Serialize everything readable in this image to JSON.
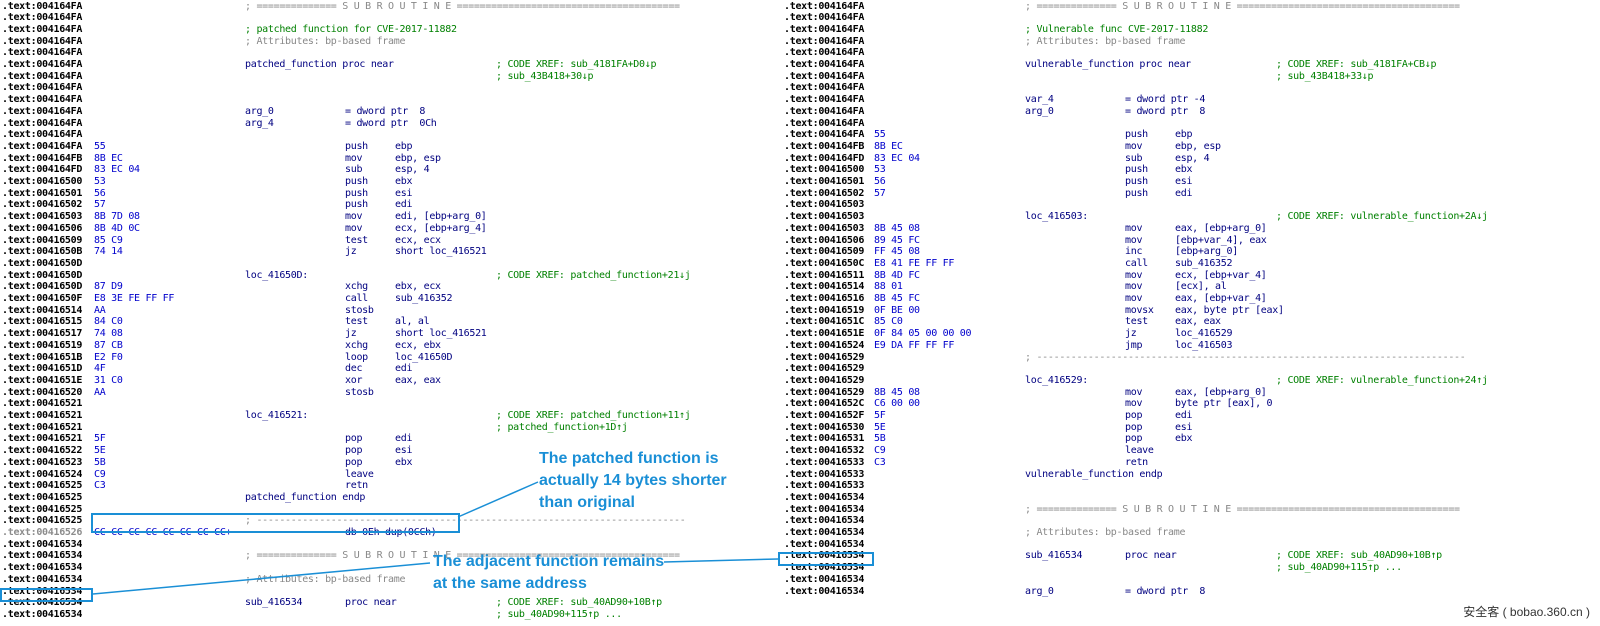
{
  "colors": {
    "address": "#000000",
    "address_grey": "#8c8c8c",
    "bytes": "#0000cc",
    "instruction": "#000080",
    "comment": "#008000",
    "separator": "#888888",
    "highlight": "#1a8fd6"
  },
  "left_listing": [
    {
      "addr": ".text:004164FA",
      "text": "; ============== S U B R O U T I N E =======================================",
      "kind": "sep"
    },
    {
      "addr": ".text:004164FA"
    },
    {
      "addr": ".text:004164FA",
      "text": "; patched function for CVE-2017-11882",
      "kind": "cmt"
    },
    {
      "addr": ".text:004164FA",
      "text": "; Attributes: bp-based frame",
      "kind": "sep"
    },
    {
      "addr": ".text:004164FA"
    },
    {
      "addr": ".text:004164FA",
      "label": "patched_function proc near",
      "comment": "; CODE XREF: sub_4181FA+D0↓p"
    },
    {
      "addr": ".text:004164FA",
      "comment": "; sub_43B418+30↓p"
    },
    {
      "addr": ".text:004164FA"
    },
    {
      "addr": ".text:004164FA"
    },
    {
      "addr": ".text:004164FA",
      "label": "arg_0",
      "mn": "= dword ptr  8"
    },
    {
      "addr": ".text:004164FA",
      "label": "arg_4",
      "mn": "= dword ptr  0Ch"
    },
    {
      "addr": ".text:004164FA"
    },
    {
      "addr": ".text:004164FA",
      "bytes": "55",
      "mn": "push",
      "op": "ebp"
    },
    {
      "addr": ".text:004164FB",
      "bytes": "8B EC",
      "mn": "mov",
      "op": "ebp, esp"
    },
    {
      "addr": ".text:004164FD",
      "bytes": "83 EC 04",
      "mn": "sub",
      "op": "esp, 4"
    },
    {
      "addr": ".text:00416500",
      "bytes": "53",
      "mn": "push",
      "op": "ebx"
    },
    {
      "addr": ".text:00416501",
      "bytes": "56",
      "mn": "push",
      "op": "esi"
    },
    {
      "addr": ".text:00416502",
      "bytes": "57",
      "mn": "push",
      "op": "edi"
    },
    {
      "addr": ".text:00416503",
      "bytes": "8B 7D 08",
      "mn": "mov",
      "op": "edi, [ebp+arg_0]"
    },
    {
      "addr": ".text:00416506",
      "bytes": "8B 4D 0C",
      "mn": "mov",
      "op": "ecx, [ebp+arg_4]"
    },
    {
      "addr": ".text:00416509",
      "bytes": "85 C9",
      "mn": "test",
      "op": "ecx, ecx"
    },
    {
      "addr": ".text:0041650B",
      "bytes": "74 14",
      "mn": "jz",
      "op": "short loc_416521"
    },
    {
      "addr": ".text:0041650D"
    },
    {
      "addr": ".text:0041650D",
      "label": "loc_41650D:",
      "comment": "; CODE XREF: patched_function+21↓j"
    },
    {
      "addr": ".text:0041650D",
      "bytes": "87 D9",
      "mn": "xchg",
      "op": "ebx, ecx"
    },
    {
      "addr": ".text:0041650F",
      "bytes": "E8 3E FE FF FF",
      "mn": "call",
      "op": "sub_416352"
    },
    {
      "addr": ".text:00416514",
      "bytes": "AA",
      "mn": "stosb"
    },
    {
      "addr": ".text:00416515",
      "bytes": "84 C0",
      "mn": "test",
      "op": "al, al"
    },
    {
      "addr": ".text:00416517",
      "bytes": "74 08",
      "mn": "jz",
      "op": "short loc_416521"
    },
    {
      "addr": ".text:00416519",
      "bytes": "87 CB",
      "mn": "xchg",
      "op": "ecx, ebx"
    },
    {
      "addr": ".text:0041651B",
      "bytes": "E2 F0",
      "mn": "loop",
      "op": "loc_41650D"
    },
    {
      "addr": ".text:0041651D",
      "bytes": "4F",
      "mn": "dec",
      "op": "edi"
    },
    {
      "addr": ".text:0041651E",
      "bytes": "31 C0",
      "mn": "xor",
      "op": "eax, eax"
    },
    {
      "addr": ".text:00416520",
      "bytes": "AA",
      "mn": "stosb"
    },
    {
      "addr": ".text:00416521"
    },
    {
      "addr": ".text:00416521",
      "label": "loc_416521:",
      "comment": "; CODE XREF: patched_function+11↑j"
    },
    {
      "addr": ".text:00416521",
      "comment": "; patched_function+1D↑j"
    },
    {
      "addr": ".text:00416521",
      "bytes": "5F",
      "mn": "pop",
      "op": "edi"
    },
    {
      "addr": ".text:00416522",
      "bytes": "5E",
      "mn": "pop",
      "op": "esi"
    },
    {
      "addr": ".text:00416523",
      "bytes": "5B",
      "mn": "pop",
      "op": "ebx"
    },
    {
      "addr": ".text:00416524",
      "bytes": "C9",
      "mn": "leave"
    },
    {
      "addr": ".text:00416525",
      "bytes": "C3",
      "mn": "retn"
    },
    {
      "addr": ".text:00416525",
      "label": "patched_function endp"
    },
    {
      "addr": ".text:00416525"
    },
    {
      "addr": ".text:00416525",
      "text": "; ---------------------------------------------------------------------------",
      "kind": "sep"
    },
    {
      "addr": ".text:00416526",
      "bytes": "CC CC CC CC CC CC CC CC+",
      "mn": "db 0Eh dup(0CCh)",
      "grey": true
    },
    {
      "addr": ".text:00416534"
    },
    {
      "addr": ".text:00416534",
      "text": "; ============== S U B R O U T I N E =======================================",
      "kind": "sep"
    },
    {
      "addr": ".text:00416534"
    },
    {
      "addr": ".text:00416534",
      "text": "; Attributes: bp-based frame",
      "kind": "sep"
    },
    {
      "addr": ".text:00416534"
    },
    {
      "addr": ".text:00416534",
      "label": "sub_416534",
      "mn": "proc near",
      "comment": "; CODE XREF: sub_40AD90+10B↑p"
    },
    {
      "addr": ".text:00416534",
      "comment": "; sub_40AD90+115↑p ..."
    }
  ],
  "right_listing": [
    {
      "addr": ".text:004164FA",
      "text": "; ============== S U B R O U T I N E =======================================",
      "kind": "sep"
    },
    {
      "addr": ".text:004164FA"
    },
    {
      "addr": ".text:004164FA",
      "text": "; Vulnerable func CVE-2017-11882",
      "kind": "cmt"
    },
    {
      "addr": ".text:004164FA",
      "text": "; Attributes: bp-based frame",
      "kind": "sep"
    },
    {
      "addr": ".text:004164FA"
    },
    {
      "addr": ".text:004164FA",
      "label": "vulnerable_function proc near",
      "comment": "; CODE XREF: sub_4181FA+CB↓p"
    },
    {
      "addr": ".text:004164FA",
      "comment": "; sub_43B418+33↓p"
    },
    {
      "addr": ".text:004164FA"
    },
    {
      "addr": ".text:004164FA",
      "label": "var_4",
      "mn": "= dword ptr -4"
    },
    {
      "addr": ".text:004164FA",
      "label": "arg_0",
      "mn": "= dword ptr  8"
    },
    {
      "addr": ".text:004164FA"
    },
    {
      "addr": ".text:004164FA",
      "bytes": "55",
      "mn": "push",
      "op": "ebp"
    },
    {
      "addr": ".text:004164FB",
      "bytes": "8B EC",
      "mn": "mov",
      "op": "ebp, esp"
    },
    {
      "addr": ".text:004164FD",
      "bytes": "83 EC 04",
      "mn": "sub",
      "op": "esp, 4"
    },
    {
      "addr": ".text:00416500",
      "bytes": "53",
      "mn": "push",
      "op": "ebx"
    },
    {
      "addr": ".text:00416501",
      "bytes": "56",
      "mn": "push",
      "op": "esi"
    },
    {
      "addr": ".text:00416502",
      "bytes": "57",
      "mn": "push",
      "op": "edi"
    },
    {
      "addr": ".text:00416503"
    },
    {
      "addr": ".text:00416503",
      "label": "loc_416503:",
      "comment": "; CODE XREF: vulnerable_function+2A↓j"
    },
    {
      "addr": ".text:00416503",
      "bytes": "8B 45 08",
      "mn": "mov",
      "op": "eax, [ebp+arg_0]"
    },
    {
      "addr": ".text:00416506",
      "bytes": "89 45 FC",
      "mn": "mov",
      "op": "[ebp+var_4], eax"
    },
    {
      "addr": ".text:00416509",
      "bytes": "FF 45 08",
      "mn": "inc",
      "op": "[ebp+arg_0]"
    },
    {
      "addr": ".text:0041650C",
      "bytes": "E8 41 FE FF FF",
      "mn": "call",
      "op": "sub_416352"
    },
    {
      "addr": ".text:00416511",
      "bytes": "8B 4D FC",
      "mn": "mov",
      "op": "ecx, [ebp+var_4]"
    },
    {
      "addr": ".text:00416514",
      "bytes": "88 01",
      "mn": "mov",
      "op": "[ecx], al"
    },
    {
      "addr": ".text:00416516",
      "bytes": "8B 45 FC",
      "mn": "mov",
      "op": "eax, [ebp+var_4]"
    },
    {
      "addr": ".text:00416519",
      "bytes": "0F BE 00",
      "mn": "movsx",
      "op": "eax, byte ptr [eax]"
    },
    {
      "addr": ".text:0041651C",
      "bytes": "85 C0",
      "mn": "test",
      "op": "eax, eax"
    },
    {
      "addr": ".text:0041651E",
      "bytes": "0F 84 05 00 00 00",
      "mn": "jz",
      "op": "loc_416529"
    },
    {
      "addr": ".text:00416524",
      "bytes": "E9 DA FF FF FF",
      "mn": "jmp",
      "op": "loc_416503"
    },
    {
      "addr": ".text:00416529",
      "text": "; ---------------------------------------------------------------------------",
      "kind": "sep"
    },
    {
      "addr": ".text:00416529"
    },
    {
      "addr": ".text:00416529",
      "label": "loc_416529:",
      "comment": "; CODE XREF: vulnerable_function+24↑j"
    },
    {
      "addr": ".text:00416529",
      "bytes": "8B 45 08",
      "mn": "mov",
      "op": "eax, [ebp+arg_0]"
    },
    {
      "addr": ".text:0041652C",
      "bytes": "C6 00 00",
      "mn": "mov",
      "op": "byte ptr [eax], 0"
    },
    {
      "addr": ".text:0041652F",
      "bytes": "5F",
      "mn": "pop",
      "op": "edi"
    },
    {
      "addr": ".text:00416530",
      "bytes": "5E",
      "mn": "pop",
      "op": "esi"
    },
    {
      "addr": ".text:00416531",
      "bytes": "5B",
      "mn": "pop",
      "op": "ebx"
    },
    {
      "addr": ".text:00416532",
      "bytes": "C9",
      "mn": "leave"
    },
    {
      "addr": ".text:00416533",
      "bytes": "C3",
      "mn": "retn"
    },
    {
      "addr": ".text:00416533",
      "label": "vulnerable_function endp"
    },
    {
      "addr": ".text:00416533"
    },
    {
      "addr": ".text:00416534"
    },
    {
      "addr": ".text:00416534",
      "text": "; ============== S U B R O U T I N E =======================================",
      "kind": "sep"
    },
    {
      "addr": ".text:00416534"
    },
    {
      "addr": ".text:00416534",
      "text": "; Attributes: bp-based frame",
      "kind": "sep"
    },
    {
      "addr": ".text:00416534"
    },
    {
      "addr": ".text:00416534",
      "label": "sub_416534",
      "mn": "proc near",
      "comment": "; CODE XREF: sub_40AD90+10B↑p"
    },
    {
      "addr": ".text:00416534",
      "comment": "; sub_40AD90+115↑p ..."
    },
    {
      "addr": ".text:00416534"
    },
    {
      "addr": ".text:00416534",
      "label": "arg_0",
      "mn": "= dword ptr  8"
    }
  ],
  "annotations": {
    "patched_note": [
      "The patched function is",
      "actually 14 bytes shorter",
      "than original"
    ],
    "adjacent_note": [
      "The adjacent function remains",
      "at the same address"
    ]
  },
  "watermark": "安全客 ( bobao.360.cn )"
}
